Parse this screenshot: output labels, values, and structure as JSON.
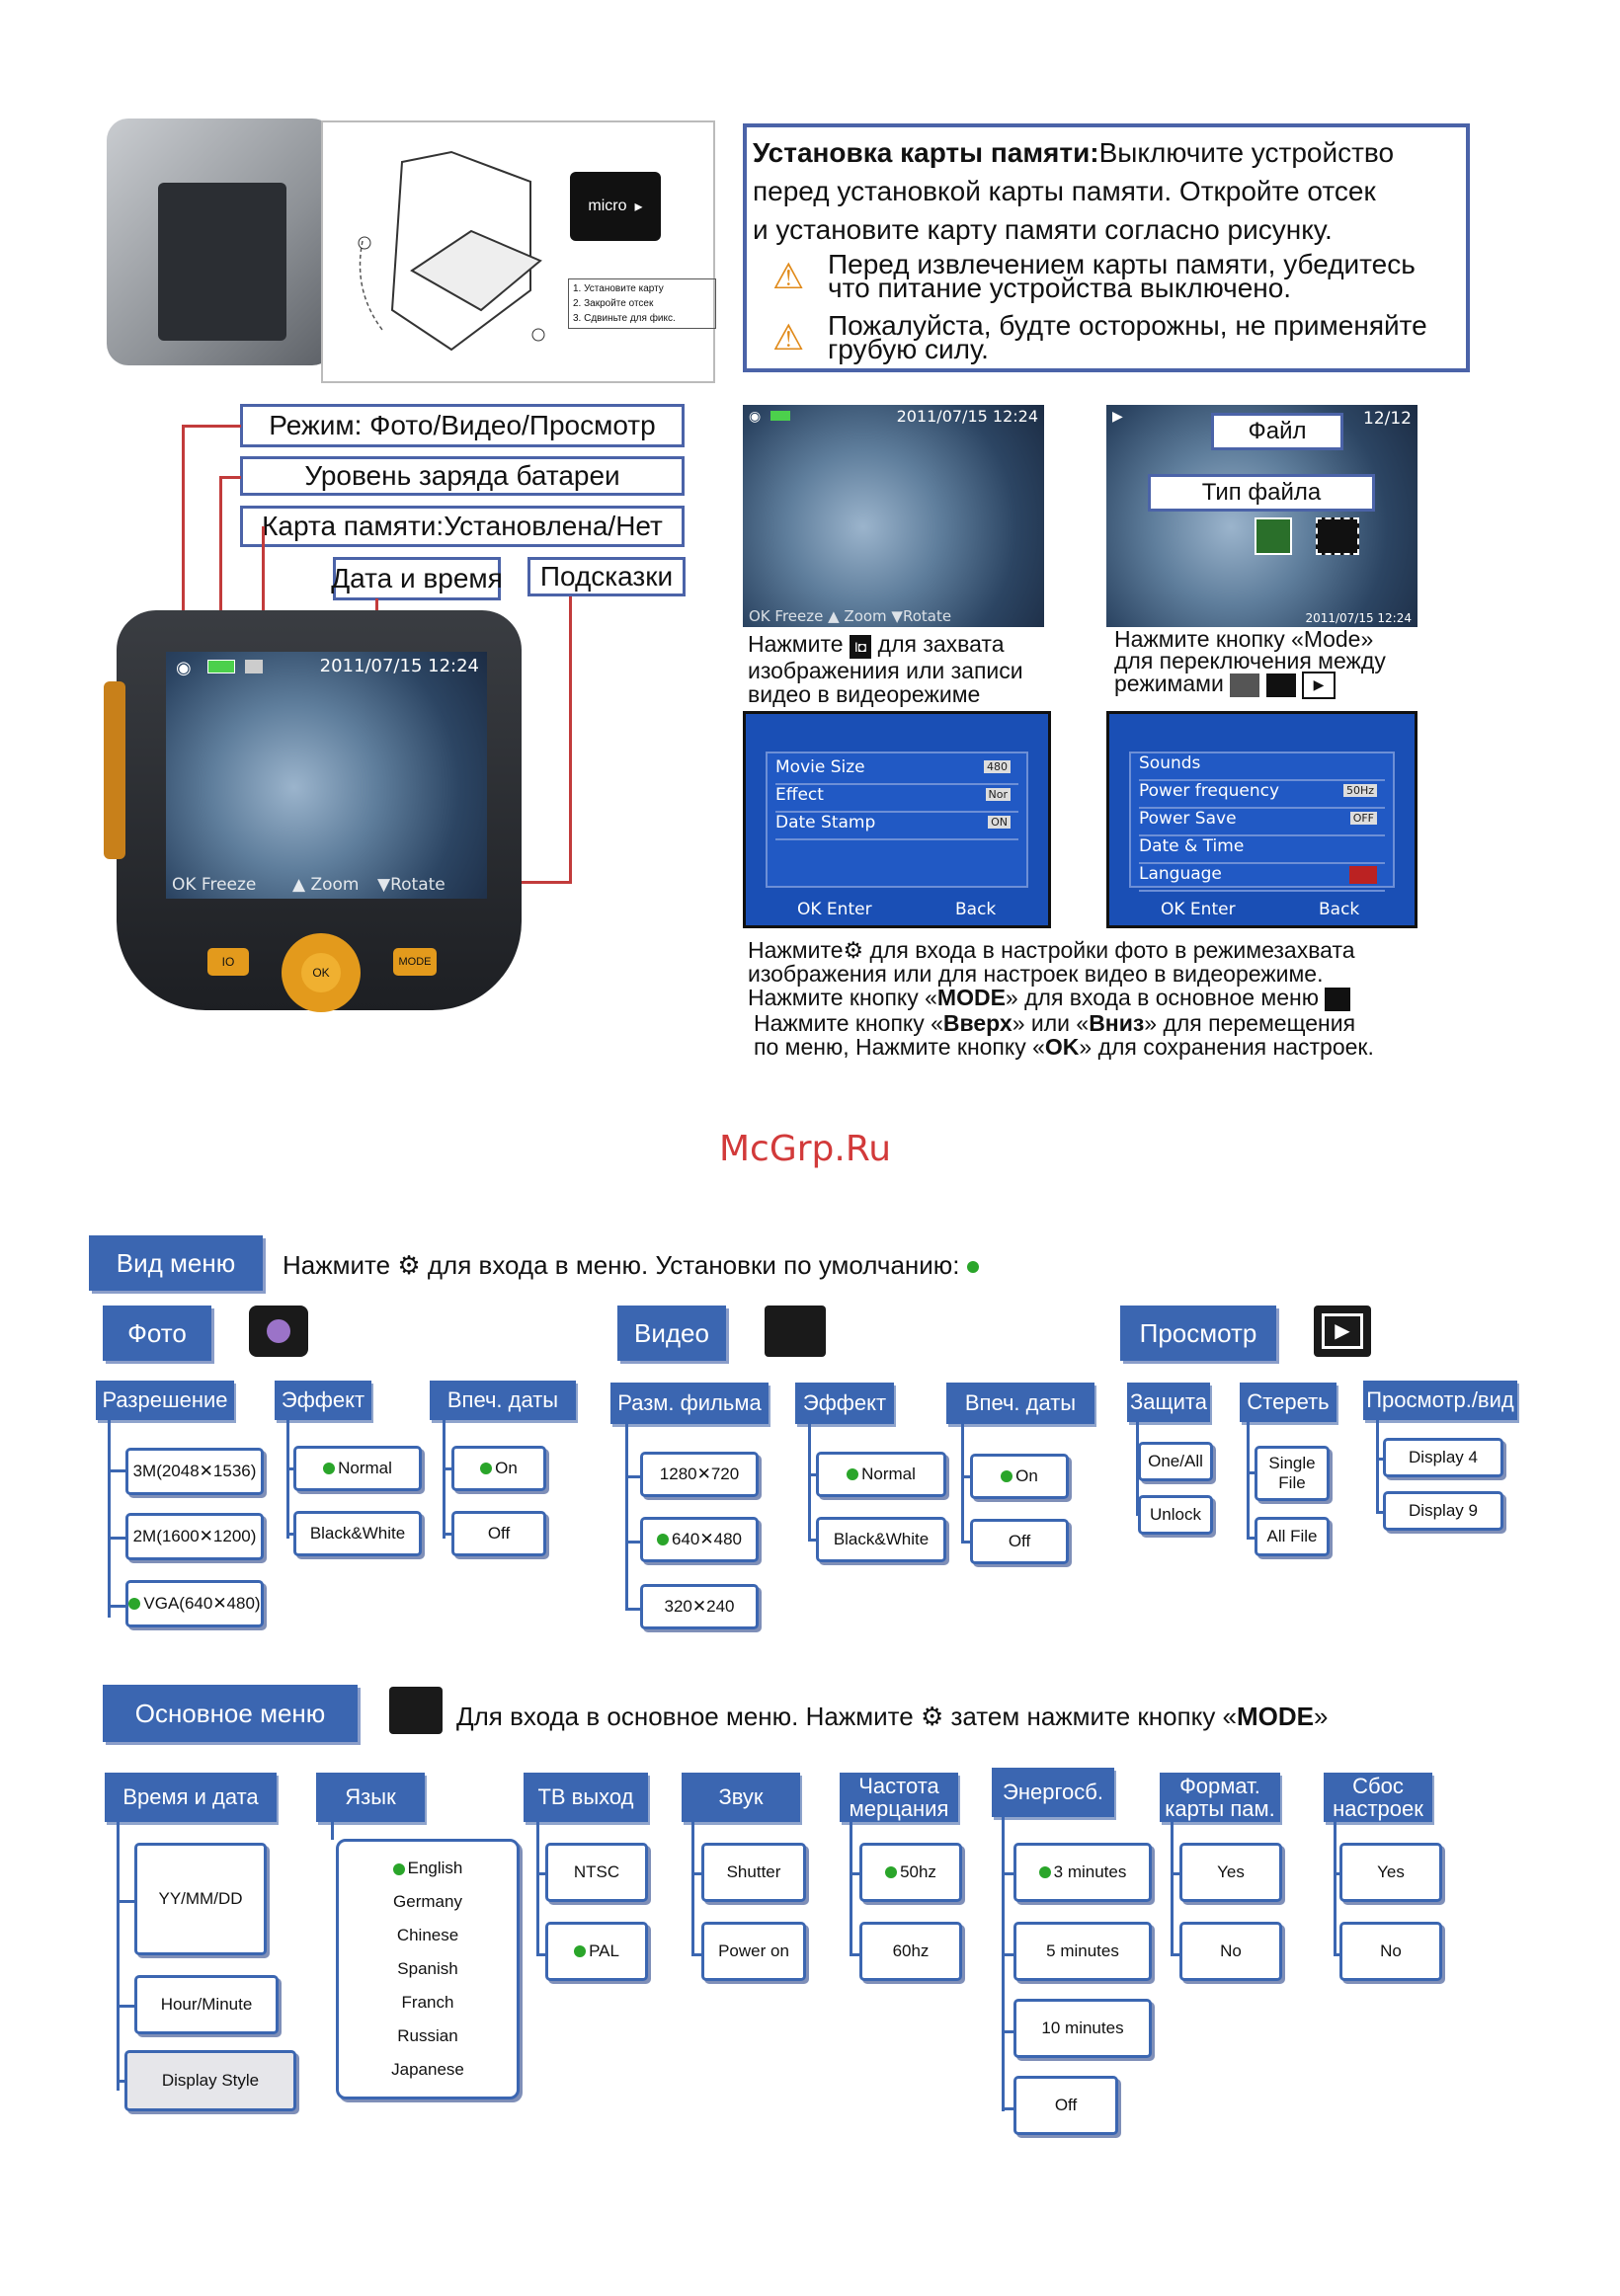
{
  "install": {
    "title": "Установка карты памяти:",
    "text1": "Выключите устройство",
    "text2": "перед установкой карты памяти. Откройте отсек",
    "text3": "и установите карту памяти согласно рисунку.",
    "warn1a": "Перед извлечением карты памяти, убедитесь",
    "warn1b": "что питание устройства выключено.",
    "warn2a": "Пожалуйста, будте осторожны, не применяйте",
    "warn2b": "грубую силу.",
    "steps": [
      "1. Установите карту",
      "2. Закройте отсек",
      "3. Сдвиньте для фикс."
    ],
    "card_logo": "micro"
  },
  "callouts": {
    "mode": "Режим: Фото/Видео/Просмотр",
    "battery": "Уровень заряда батареи",
    "card": "Карта памяти:Установлена/Нет",
    "datetime": "Дата и время",
    "hints": "Подсказки"
  },
  "device": {
    "timestamp": "2011/07/15 12:24",
    "hint_ok": "OK Freeze",
    "hint_zoom": "▲ Zoom",
    "hint_rotate": "▼Rotate",
    "buttons": [
      "IO",
      "OK",
      "MODE"
    ]
  },
  "screens": {
    "s1_time": "2011/07/15 12:24",
    "s1_hint": "OK Freeze  ▲ Zoom ▼Rotate",
    "s2_file": "Файл",
    "s2_count": "12/12",
    "s2_type": "Тип файла",
    "s2_date": "2011/07/15 12:24"
  },
  "caption1": {
    "a": "Нажмите",
    "b": "для захвата",
    "c": "изображениия или записи",
    "d": "видео в видеорежиме"
  },
  "caption2": {
    "a": "Нажмите кнопку «Mode»",
    "b": "для переключения между",
    "c": "режимами"
  },
  "menu_video": {
    "items": [
      "Movie Size",
      "Effect",
      "Date Stamp"
    ],
    "tags": [
      "480",
      "Nor",
      "ON"
    ],
    "enter": "OK Enter",
    "back": "Back"
  },
  "menu_setup": {
    "items": [
      "Sounds",
      "Power frequency",
      "Power Save",
      "Date & Time",
      "Language"
    ],
    "tags": [
      "",
      "50Hz",
      "OFF",
      "",
      ""
    ],
    "enter": "OK Enter",
    "back": "Back"
  },
  "instructions": {
    "l1a": "Нажмите",
    "l1b": "для входа в настройки фото в режимезахвата",
    "l2": "изображения или для настроек видео в видеорежиме.",
    "l3a": "Нажмите кнопку «",
    "l3b": "MODE",
    "l3c": "» для входа в основное меню",
    "l4a": "Нажмите кнопку «",
    "l4b": "Вверх",
    "l4c": "» или «",
    "l4d": "Вниз",
    "l4e": "» для перемещения",
    "l5a": "по меню, Нажмите кнопку «",
    "l5b": "OK",
    "l5c": "» для сохранения настроек."
  },
  "watermark": "McGrp.Ru",
  "view_menu": {
    "title": "Вид меню",
    "desc_a": "Нажмите",
    "desc_b": "для входа в меню. Установки по умолчанию:",
    "photo": "Фото",
    "video": "Видео",
    "playback": "Просмотр",
    "photo_cats": [
      "Разрешение",
      "Эффект",
      "Впеч. даты"
    ],
    "photo_res": [
      "3M(2048✕1536)",
      "2M(1600✕1200)",
      "VGA(640✕480)"
    ],
    "photo_effect": [
      "Normal",
      "Black&White"
    ],
    "photo_date": [
      "On",
      "Off"
    ],
    "video_cats": [
      "Разм. фильма",
      "Эффект",
      "Впеч. даты"
    ],
    "video_size": [
      "1280✕720",
      "640✕480",
      "320✕240"
    ],
    "video_effect": [
      "Normal",
      "Black&White"
    ],
    "video_date": [
      "On",
      "Off"
    ],
    "play_cats": [
      "Защита",
      "Стереть",
      "Просмотр./вид"
    ],
    "protect": [
      "One/All",
      "Unlock"
    ],
    "erase": [
      "Single File",
      "All File"
    ],
    "view": [
      "Display 4",
      "Display 9"
    ]
  },
  "main_menu": {
    "title": "Основное меню",
    "desc_a": "Для входа в основное меню. Нажмите",
    "desc_b": "затем нажмите кнопку «",
    "desc_c": "MODE",
    "desc_d": "»",
    "cats": [
      "Время и дата",
      "Язык",
      "ТВ выход",
      "Звук",
      "Частота мерцания",
      "Энергосб.",
      "Формат. карты пам.",
      "Сбос настроек"
    ],
    "time": [
      "YY/MM/DD",
      "Hour/Minute",
      "Display Style"
    ],
    "lang": [
      "English",
      "Germany",
      "Chinese",
      "Spanish",
      "Franch",
      "Russian",
      "Japanese"
    ],
    "tv": [
      "NTSC",
      "PAL"
    ],
    "sound": [
      "Shutter",
      "Power on"
    ],
    "freq": [
      "50hz",
      "60hz"
    ],
    "power": [
      "3 minutes",
      "5 minutes",
      "10 minutes",
      "Off"
    ],
    "format": [
      "Yes",
      "No"
    ],
    "reset": [
      "Yes",
      "No"
    ]
  },
  "colors": {
    "accent": "#3b66b1",
    "default_dot": "#2aa52a",
    "callout_line": "#c23b3b"
  }
}
